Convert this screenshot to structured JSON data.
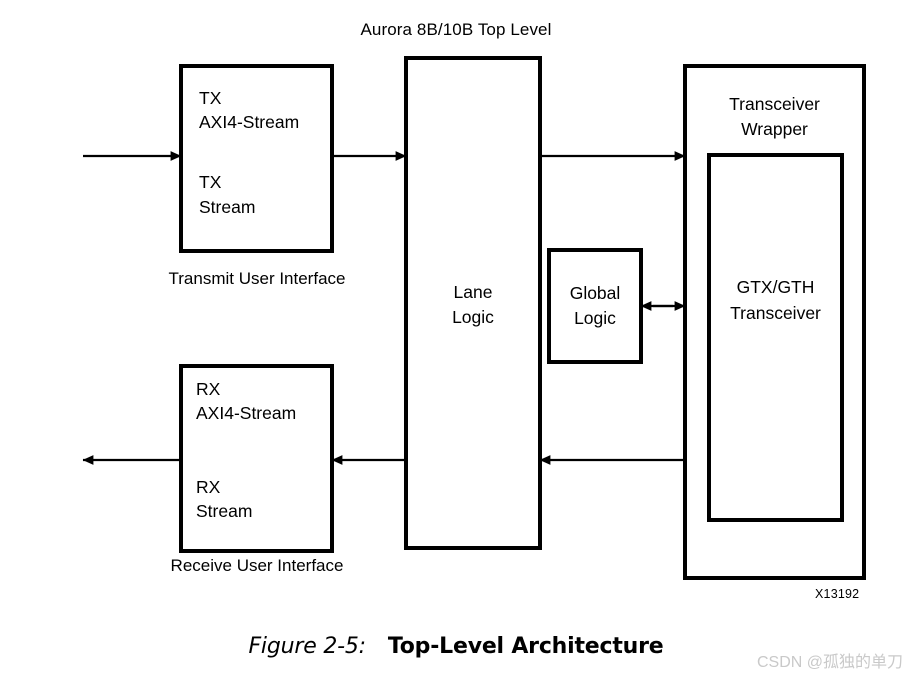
{
  "diagram": {
    "title": "Aurora 8B/10B Top Level",
    "figure_id": "X13192",
    "blocks": {
      "tx_interface": {
        "line1": "TX",
        "line2": "AXI4-Stream",
        "line3": "TX",
        "line4": "Stream",
        "caption": "Transmit User Interface"
      },
      "rx_interface": {
        "line1": "RX",
        "line2": "AXI4-Stream",
        "line3": "RX",
        "line4": "Stream",
        "caption": "Receive User Interface"
      },
      "lane_logic": {
        "line1": "Lane",
        "line2": "Logic"
      },
      "global_logic": {
        "line1": "Global",
        "line2": "Logic"
      },
      "transceiver_wrapper": {
        "line1": "Transceiver",
        "line2": "Wrapper"
      },
      "gtx_gth_transceiver": {
        "line1": "GTX/GTH",
        "line2": "Transceiver"
      }
    },
    "connectors": [
      {
        "name": "user-tx-in",
        "direction": "right"
      },
      {
        "name": "tx-to-lane-logic",
        "direction": "right"
      },
      {
        "name": "lane-logic-to-transceiver",
        "direction": "right"
      },
      {
        "name": "global-logic-to-transceiver",
        "direction": "bidirectional"
      },
      {
        "name": "transceiver-to-lane-logic",
        "direction": "left"
      },
      {
        "name": "lane-logic-to-rx",
        "direction": "left"
      },
      {
        "name": "user-rx-out",
        "direction": "left"
      }
    ],
    "colors": {
      "stroke": "#000000",
      "background": "#ffffff",
      "watermark": "#c9c9c9"
    }
  },
  "caption": {
    "figure_number": "Figure 2-5:",
    "figure_title": "Top-Level Architecture"
  },
  "watermark": {
    "text": "CSDN @孤独的单刀"
  }
}
